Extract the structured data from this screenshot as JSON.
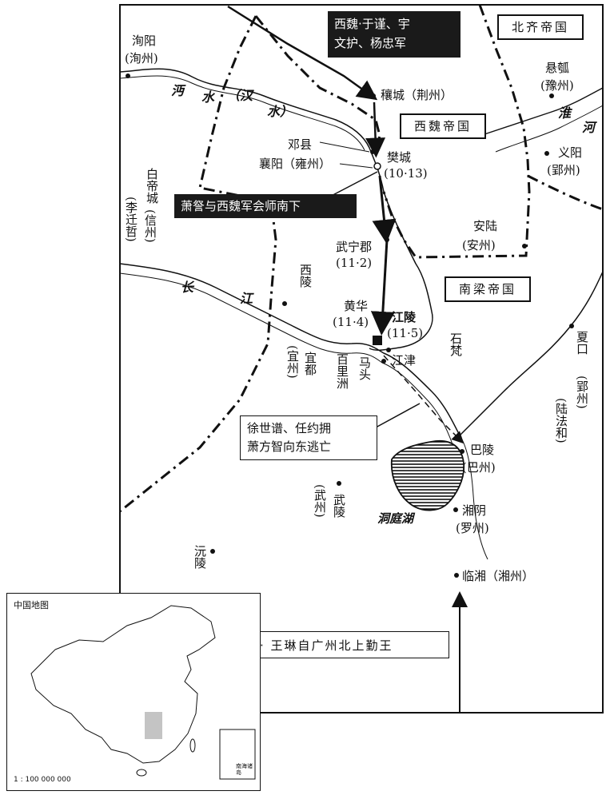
{
  "map": {
    "empires": {
      "northern_qi": "北齐帝国",
      "western_wei": "西魏帝国",
      "southern_liang": "南梁帝国"
    },
    "callouts": {
      "wei_army_line1": "西魏·于谨、宇",
      "wei_army_line2": "文护、杨忠军",
      "xiao_cha": "萧詧与西魏军会师南下",
      "escape_line1": "徐世谱、任约拥",
      "escape_line2": "萧方智向东逃亡",
      "wang_lin": "· 王琳自广州北上勤王"
    },
    "places": {
      "xunyang": "洵阳",
      "xunzhou": "(洵州)",
      "xuanhu": "悬瓠",
      "yuzhou": "(豫州)",
      "rangcheng": "穰城（荆州）",
      "dengxian": "邓县",
      "fancheng": "樊城",
      "fancheng_date": "(10·13)",
      "xiangyang": "襄阳（雍州）",
      "yiyang": "义阳",
      "yingzhou": "(郢州)",
      "baidicheng": "白帝城",
      "xinzhou": "(信州)",
      "li_qianzhe": "(李迁哲)",
      "wuningjun": "武宁郡",
      "wuningjun_date": "(11·2)",
      "anlu": "安陆",
      "anzhou": "(安州)",
      "xiling": "西陵",
      "huanghua": "黄华",
      "huanghua_date": "(11·4)",
      "jiangling": "江陵",
      "jiangling_date": "(11·5)",
      "shijiu": "石",
      "shijiu2": "梵",
      "yidu": "宜都",
      "yizhou": "(宜州)",
      "baili": "百里洲",
      "matou": "马头",
      "jiangjin": "江津",
      "xiakou": "夏口",
      "xiakou_yingzhou": "(郢州)",
      "lu_fahe": "(陆法和)",
      "baling": "巴陵",
      "bazhou": "(巴州)",
      "wuling": "武陵",
      "wuzhou": "(武州)",
      "dongting": "洞庭湖",
      "xiangyin": "湘阴",
      "luozhou": "(罗州)",
      "yuanling": "沅陵",
      "linxiang": "临湘（湘州）"
    },
    "rivers": {
      "mian1": "沔",
      "mian2": "水",
      "han": "（汉",
      "han2": "水）",
      "huai": "淮",
      "he": "河",
      "chang": "长",
      "jiang": "江"
    }
  },
  "inset": {
    "title": "中国地图",
    "scale": "1 : 100 000 000",
    "nanhai": "南海诸岛"
  }
}
